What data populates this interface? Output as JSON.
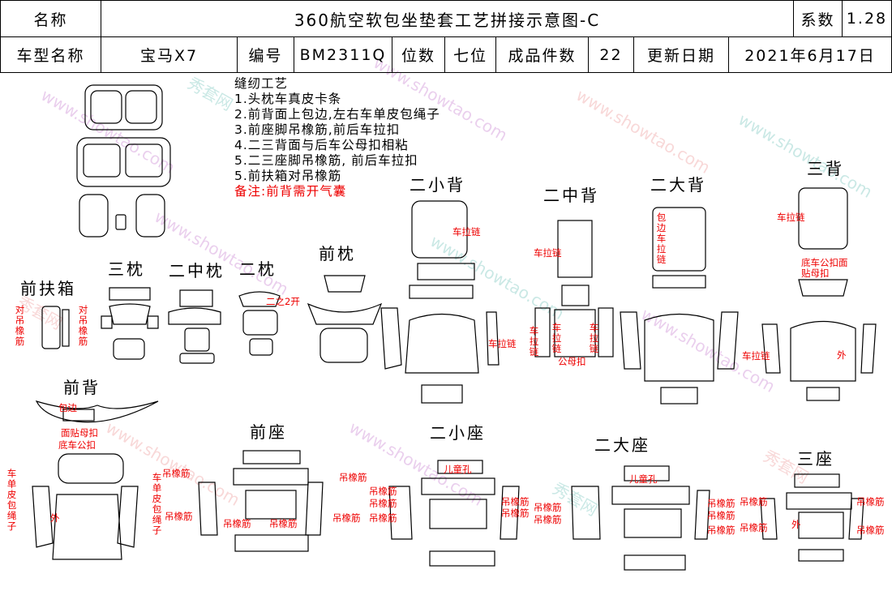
{
  "header": {
    "name_label": "名称",
    "title": "360航空软包坐垫套工艺拼接示意图-C",
    "coef_label": "系数",
    "coef_value": "1.28",
    "model_label": "车型名称",
    "model_value": "宝马X7",
    "code_label": "编号",
    "code_value": "BM2311Q",
    "seats_label": "位数",
    "seats_value": "七位",
    "pieces_label": "成品件数",
    "pieces_value": "22",
    "date_label": "更新日期",
    "date_value": "2021年6月17日"
  },
  "watermark": {
    "cn": "秀套网",
    "url": "www.showtao.com"
  },
  "notes": {
    "title": "缝纫工艺",
    "items": [
      "1.头枕车真皮卡条",
      "2.前背面上包边,左右车单皮包绳子",
      "3.前座脚吊橡筋,前后车拉扣",
      "4.二三背面与后车公母扣相粘",
      "5.二三座脚吊橡筋, 前后车拉扣",
      "5.前扶箱对吊橡筋"
    ],
    "remark": "备注:前背需开气囊"
  },
  "sections": {
    "front_armrest": "前扶箱",
    "third_headrest": "三枕",
    "second_mid_headrest": "二中枕",
    "second_headrest": "二枕",
    "front_headrest": "前枕",
    "second_small_back": "二小背",
    "second_mid_back": "二中背",
    "second_big_back": "二大背",
    "third_back": "三背",
    "front_back": "前背",
    "front_seat": "前座",
    "second_small_seat": "二小座",
    "second_big_seat": "二大座",
    "third_seat": "三座"
  },
  "annotations": {
    "zipper": "车拉链",
    "elastic": "吊橡筋",
    "opposite_elastic": "对吊橡筋",
    "outer": "外",
    "child_hole": "儿童孔",
    "open_2": "二之2开",
    "bottom_snap_paste": "底车公扣面贴母扣",
    "face_snap": "面贴母扣",
    "bottom_snap": "底车公扣",
    "edge_strip": "包边",
    "single_leather_rope": "车单皮包绳子",
    "male_female_snap": "公母扣",
    "edge_zipper": "包边车拉链"
  }
}
